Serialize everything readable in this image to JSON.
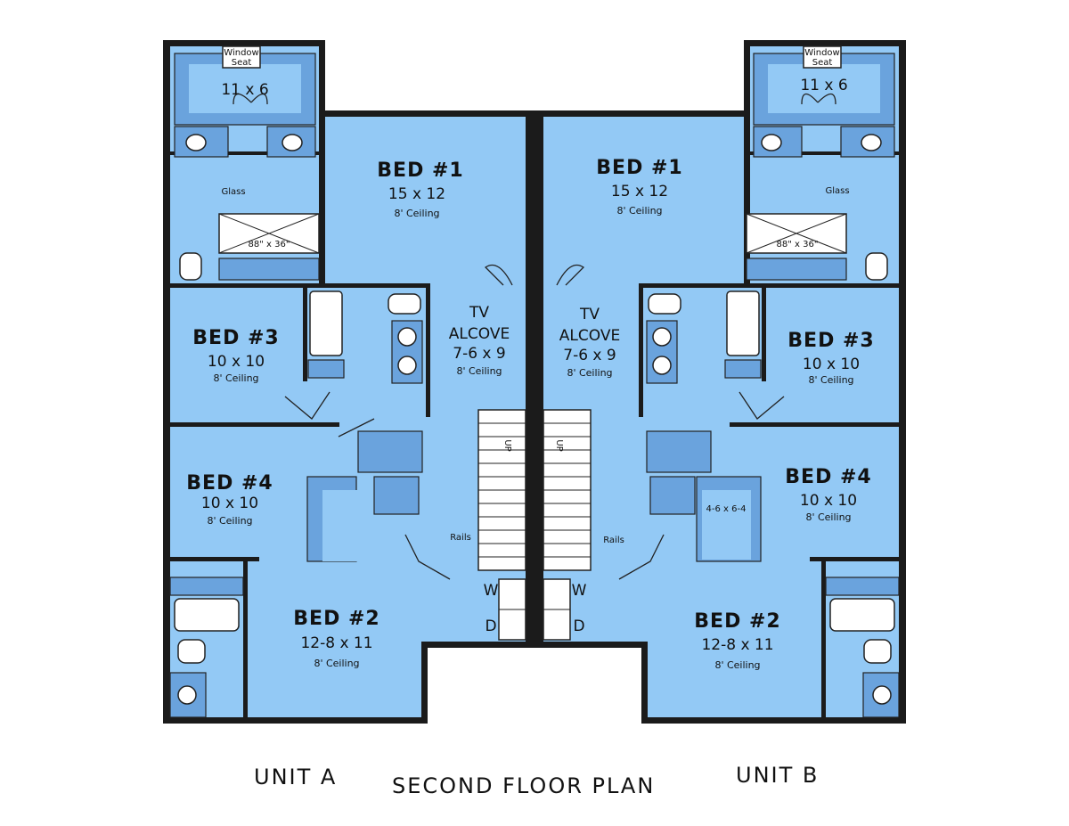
{
  "plan": {
    "title": "SECOND FLOOR PLAN",
    "unit_a_label": "UNIT A",
    "unit_b_label": "UNIT B",
    "colors": {
      "floor": "#93c9f5",
      "cabinet": "#6aa3dd",
      "wall": "#1b1b1b"
    },
    "unit_a": {
      "window_seat": "Window Seat",
      "window_seat_line1": "Window",
      "window_seat_line2": "Seat",
      "closet_size": "11 x 6",
      "glass": "Glass",
      "shower": "88\" x 36\"",
      "rails": "Rails",
      "up": "UP",
      "washer": "W",
      "dryer": "D",
      "bed1": {
        "name": "BED #1",
        "size": "15 x 12",
        "ceiling": "8' Ceiling"
      },
      "bed2": {
        "name": "BED #2",
        "size": "12-8 x 11",
        "ceiling": "8' Ceiling"
      },
      "bed3": {
        "name": "BED #3",
        "size": "10 x 10",
        "ceiling": "8' Ceiling"
      },
      "bed4": {
        "name": "BED #4",
        "size": "10 x 10",
        "ceiling": "8' Ceiling"
      },
      "tv": {
        "line1": "TV",
        "line2": "ALCOVE",
        "size": "7-6 x 9",
        "ceiling": "8' Ceiling"
      }
    },
    "unit_b": {
      "window_seat_line1": "Window",
      "window_seat_line2": "Seat",
      "closet_size": "11 x 6",
      "glass": "Glass",
      "shower": "88\" x 36\"",
      "rails": "Rails",
      "up": "UP",
      "washer": "W",
      "dryer": "D",
      "closet2_size": "4-6 x 6-4",
      "bed1": {
        "name": "BED #1",
        "size": "15 x 12",
        "ceiling": "8' Ceiling"
      },
      "bed2": {
        "name": "BED #2",
        "size": "12-8 x 11",
        "ceiling": "8' Ceiling"
      },
      "bed3": {
        "name": "BED #3",
        "size": "10 x 10",
        "ceiling": "8' Ceiling"
      },
      "bed4": {
        "name": "BED #4",
        "size": "10 x 10",
        "ceiling": "8' Ceiling"
      },
      "tv": {
        "line1": "TV",
        "line2": "ALCOVE",
        "size": "7-6 x 9",
        "ceiling": "8' Ceiling"
      }
    }
  }
}
